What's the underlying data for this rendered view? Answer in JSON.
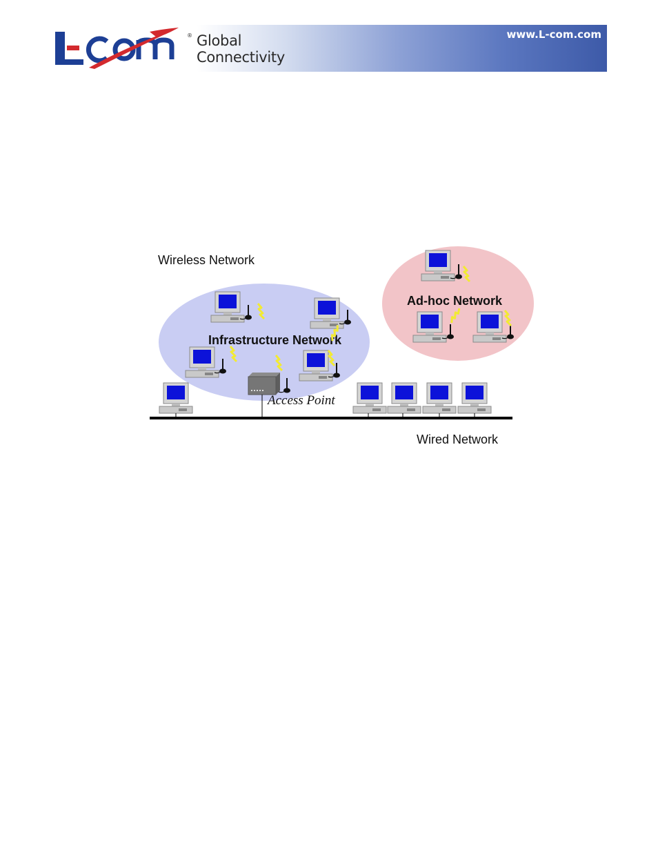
{
  "header": {
    "logo_text": "L-com",
    "logo_registered": "®",
    "tagline_line1": "Global",
    "tagline_line2": "Connectivity",
    "url": "www.L-com.com"
  },
  "diagram": {
    "wireless_label": "Wireless Network",
    "infrastructure_label": "Infrastructure Network",
    "adhoc_label": "Ad-hoc Network",
    "access_point_label": "Access Point",
    "wired_label": "Wired Network"
  },
  "colors": {
    "infrastructure_fill": "#c9cdf3",
    "adhoc_fill": "#f2c4c8",
    "screen": "#0c12d9",
    "signal": "#f2ea33",
    "header_blue": "#3d5aa8",
    "logo_blue": "#1d3f95",
    "logo_red": "#d32a2e"
  }
}
